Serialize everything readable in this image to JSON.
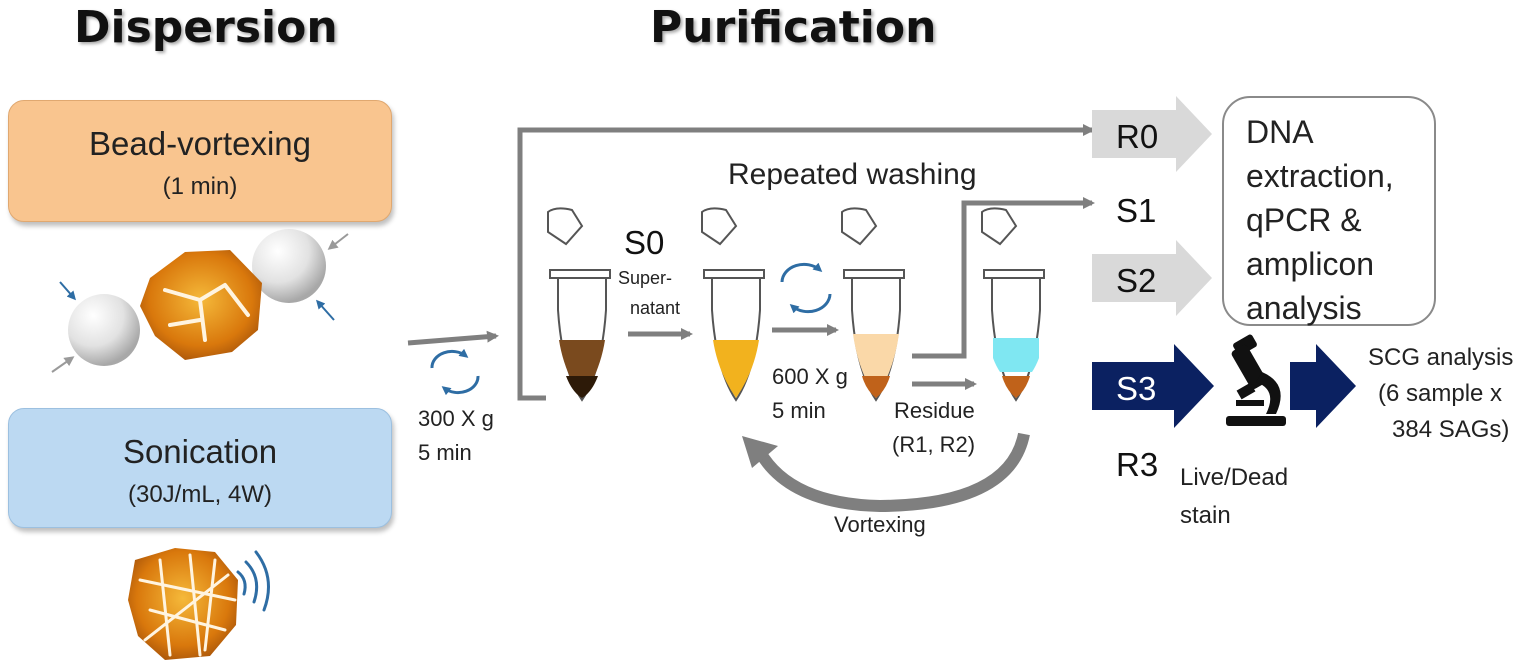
{
  "headings": {
    "dispersion": "Dispersion",
    "purification": "Purification"
  },
  "dispersion_methods": {
    "bead": {
      "title": "Bead-vortexing",
      "subtitle": "(1 min)"
    },
    "sonication": {
      "title": "Sonication",
      "subtitle": "(30J/mL, 4W)"
    }
  },
  "centrifuge_1": {
    "line1": "300 X g",
    "line2": "5 min"
  },
  "s0": {
    "label": "S0",
    "desc_line1": "Super-",
    "desc_line2": "natant"
  },
  "washing": {
    "title": "Repeated washing",
    "centrifuge_line1": "600 X g",
    "centrifuge_line2": "5 min",
    "residue_line1": "Residue",
    "residue_line2": "(R1, R2)",
    "vortex": "Vortexing"
  },
  "fractions": {
    "r0": "R0",
    "s1": "S1",
    "s2": "S2",
    "s3": "S3",
    "r3": "R3"
  },
  "dna_box": {
    "line1": "DNA",
    "line2": "extraction,",
    "line3": "qPCR &",
    "line4": "amplicon",
    "line5": "analysis"
  },
  "stain": {
    "line1": "Live/Dead",
    "line2": "stain"
  },
  "scg": {
    "line1": "SCG analysis",
    "line2": "(6 sample x",
    "line3": "384 SAGs)"
  },
  "colors": {
    "bead_box": "#f9c58f",
    "sonication_box": "#bcd9f2",
    "gray_arrow": "#7f7f7f",
    "light_arrow": "#d9d9d9",
    "navy_arrow": "#0b2161",
    "cycle_blue": "#2e6da4",
    "soil_orange": "#d9780c",
    "tube_brown": "#7a4a1e",
    "tube_yellow": "#f2b21e",
    "tube_peach": "#fad8a8",
    "tube_cyan": "#7fe7f2"
  },
  "icons": [
    "tube-icon",
    "cycle-icon",
    "bead-icon",
    "soil-particle-icon",
    "sound-wave-icon",
    "microscope-icon"
  ]
}
